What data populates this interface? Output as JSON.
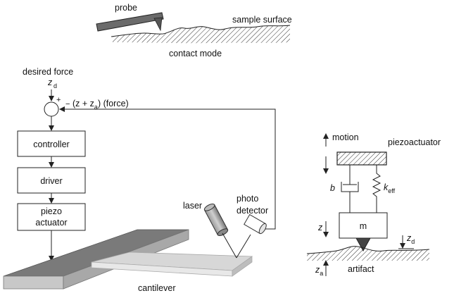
{
  "top": {
    "probe_label": "probe",
    "surface_label": "sample surface",
    "mode_caption": "contact mode"
  },
  "loop": {
    "desired_force_label": "desired force",
    "zd_symbol": "z",
    "zd_sub": "d",
    "plus_sign": "+",
    "minus_sign": "−",
    "feedback_open": "(z + z",
    "feedback_sub": "a",
    "feedback_close": ") (force)",
    "blocks": [
      "controller",
      "driver"
    ],
    "piezo_block_lines": [
      "piezo",
      "actuator"
    ]
  },
  "scene": {
    "laser_label": "laser",
    "photo_label_lines": [
      "photo",
      "detector"
    ],
    "cantilever_label": "cantilever"
  },
  "model": {
    "motion_label": "motion",
    "piezo_label": "piezoactuator",
    "damper_label": "b",
    "spring_symbol": "k",
    "spring_sub": "eff",
    "z_label": "z",
    "mass_label": "m",
    "zd_symbol": "z",
    "zd_sub": "d",
    "za_symbol": "z",
    "za_sub": "a",
    "artifact_label": "artifact"
  },
  "colors": {
    "ink": "#222222",
    "dark_gray": "#7a7a7a",
    "light_gray": "#d7d7d7",
    "probe_fill": "#6b6b6b"
  }
}
